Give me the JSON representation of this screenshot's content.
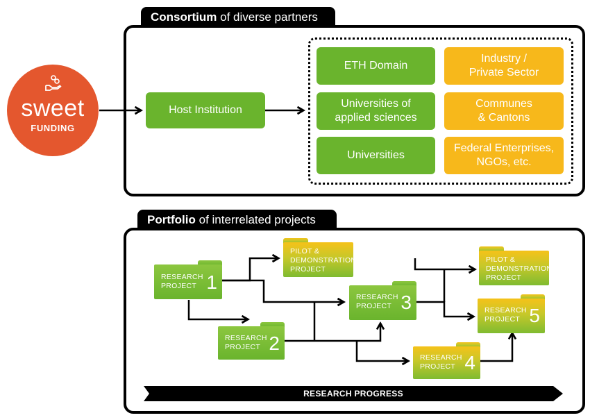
{
  "funding": {
    "word": "sweet",
    "subtitle": "FUNDING",
    "icon": "hand-coins-icon"
  },
  "consortium": {
    "title_bold": "Consortium",
    "title_rest": " of diverse partners",
    "host": "Host Institution",
    "partners_green": [
      [
        "ETH Domain"
      ],
      [
        "Universities of",
        "applied sciences"
      ],
      [
        "Universities"
      ]
    ],
    "partners_yellow": [
      [
        "Industry /",
        "Private Sector"
      ],
      [
        "Communes",
        "& Cantons"
      ],
      [
        "Federal Enterprises,",
        "NGOs, etc."
      ]
    ]
  },
  "portfolio": {
    "title_bold": "Portfolio",
    "title_rest": " of interrelated projects",
    "projects": [
      {
        "line1": "RESEARCH",
        "line2": "PROJECT",
        "number": "1"
      },
      {
        "line1": "RESEARCH",
        "line2": "PROJECT",
        "number": "2"
      },
      {
        "line1": "RESEARCH",
        "line2": "PROJECT",
        "number": "3"
      },
      {
        "line1": "RESEARCH",
        "line2": "PROJECT",
        "number": "4"
      },
      {
        "line1": "RESEARCH",
        "line2": "PROJECT",
        "number": "5"
      }
    ],
    "pilots": [
      {
        "line1": "PILOT &",
        "line2": "DEMONSTRATION",
        "line3": "PROJECT"
      },
      {
        "line1": "PILOT &",
        "line2": "DEMONSTRATION",
        "line3": "PROJECT"
      }
    ],
    "progress_label": "RESEARCH PROGRESS"
  },
  "colors": {
    "green": "#6ab42d",
    "yellow": "#f7b81b",
    "orange": "#e4572e",
    "black": "#000000"
  }
}
